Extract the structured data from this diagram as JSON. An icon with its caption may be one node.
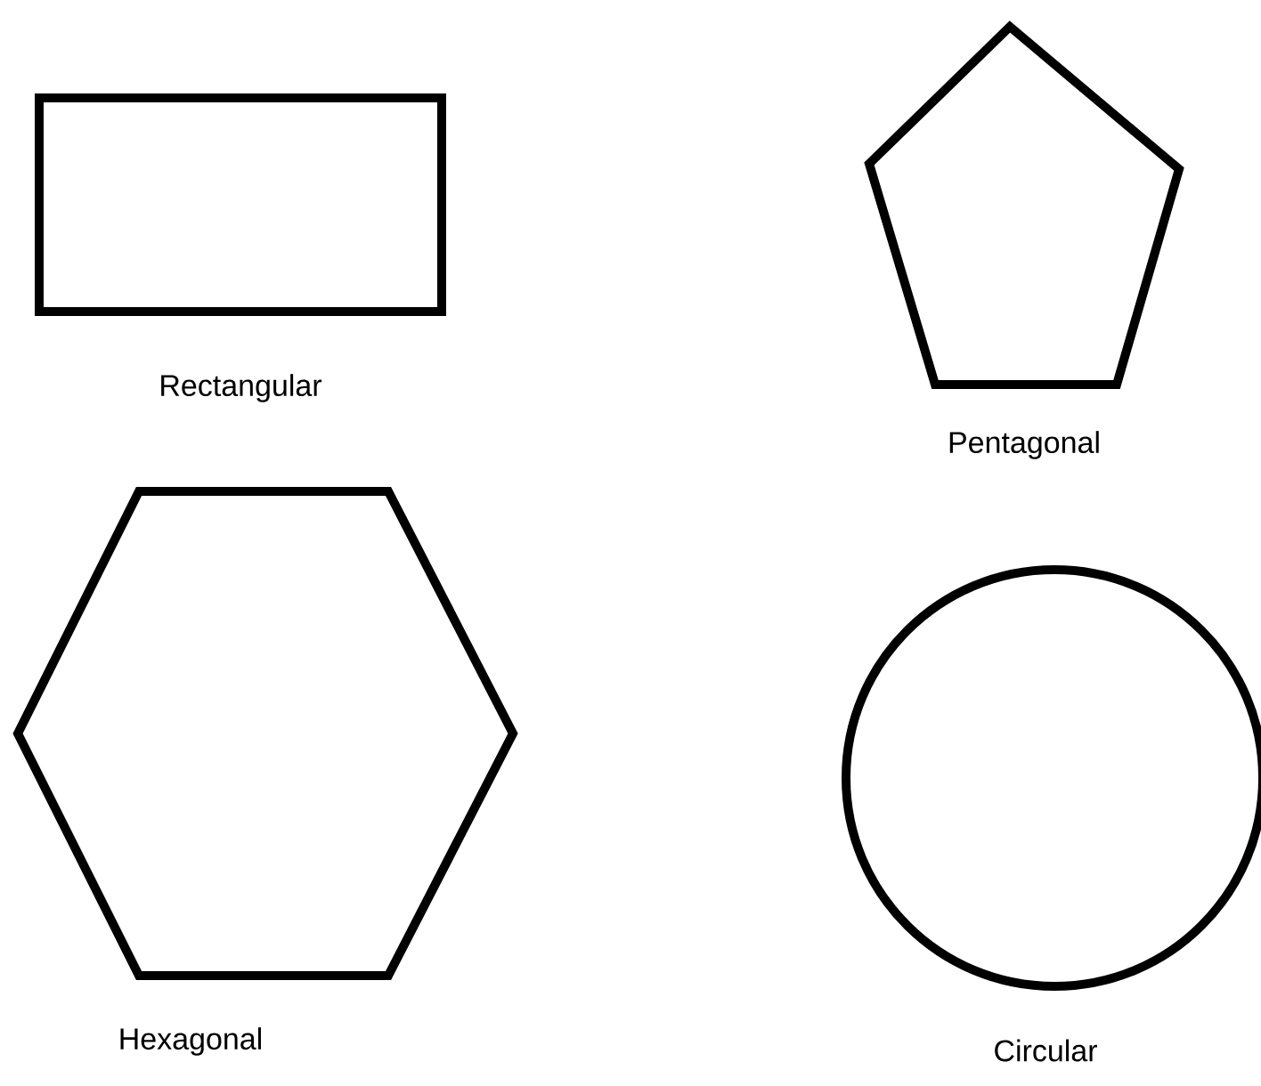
{
  "diagram": {
    "nodes": [
      {
        "text": [],
        "shape": "box",
        "beside": [
          "Rectangular"
        ]
      },
      {
        "text": [],
        "shape": "pentagon",
        "beside": [
          "Pentagonal"
        ]
      },
      {
        "text": [],
        "shape": "hexagon",
        "beside": [
          "Hexagonal"
        ]
      },
      {
        "text": [],
        "shape": "circle",
        "beside": [
          "Circular"
        ]
      }
    ]
  }
}
